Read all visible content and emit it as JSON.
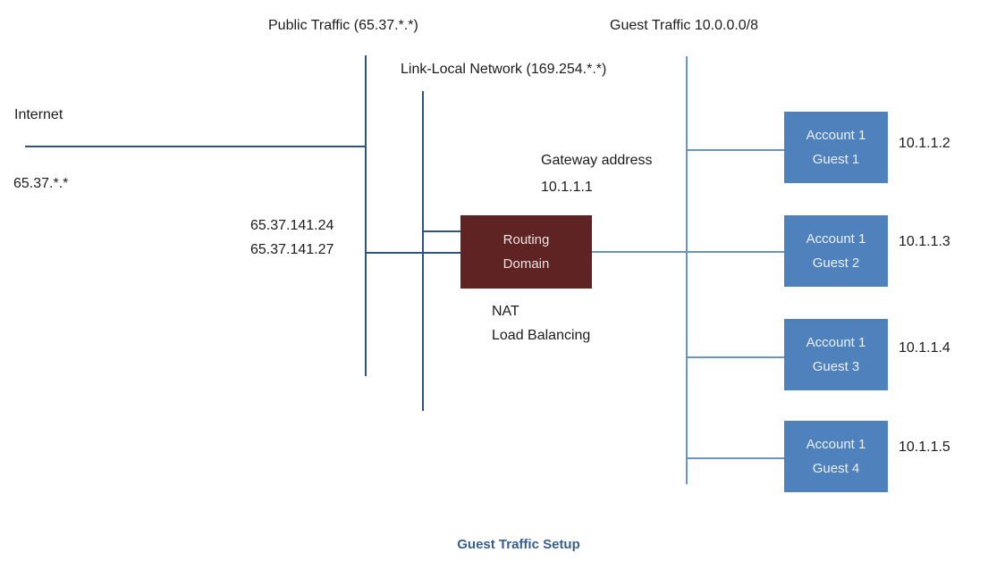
{
  "diagram": {
    "labels": {
      "public_traffic": "Public Traffic (65.37.*.*)",
      "guest_traffic": "Guest Traffic 10.0.0.0/8",
      "link_local": "Link-Local Network (169.254.*.*)",
      "internet": "Internet",
      "internet_ip": "65.37.*.*",
      "public_ip_1": "65.37.141.24",
      "public_ip_2": "65.37.141.27",
      "gateway_label": "Gateway address",
      "gateway_ip": "10.1.1.1",
      "nat": "NAT",
      "load_balancing": "Load Balancing"
    },
    "routing_domain": {
      "line1": "Routing",
      "line2": "Domain"
    },
    "guests": [
      {
        "line1": "Account 1",
        "line2": "Guest 1",
        "ip": "10.1.1.2"
      },
      {
        "line1": "Account 1",
        "line2": "Guest 2",
        "ip": "10.1.1.3"
      },
      {
        "line1": "Account 1",
        "line2": "Guest 3",
        "ip": "10.1.1.4"
      },
      {
        "line1": "Account 1",
        "line2": "Guest 4",
        "ip": "10.1.1.5"
      }
    ],
    "caption": "Guest Traffic Setup",
    "colors": {
      "dark_line": "#2F527E",
      "light_line": "#6D93C4",
      "guest_box_fill": "#4F81BD",
      "routing_box_fill": "#5F2323",
      "caption_color": "#365F91",
      "label_color": "#1C1C1C"
    }
  }
}
